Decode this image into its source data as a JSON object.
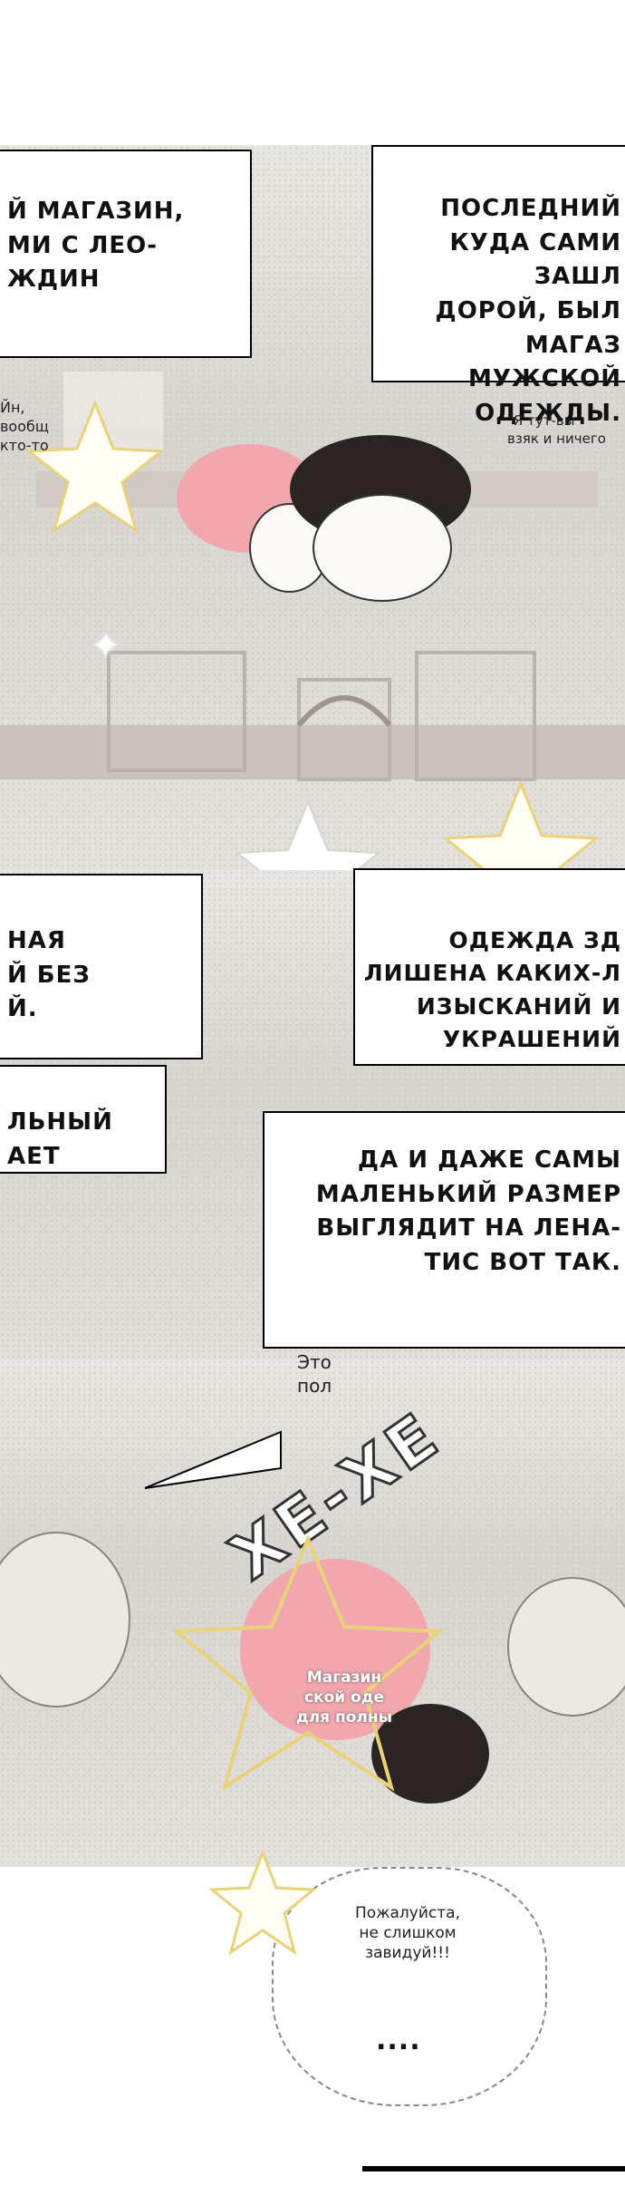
{
  "panel1": {
    "box_left_text": "Й МАГАЗИН,\nМИ С ЛЕО-\nЖДИН",
    "box_right_text": "ПОСЛЕДНИЙ\nКУДА САМИ ЗАШЛ\nДОРОЙ, БЫЛ МАГАЗ\nМУЖСКОЙ ОДЕЖДЫ.",
    "side_left_text": "Йн,\nвообщ\nкто-то",
    "side_right_text": "\"Я тут-вы\nвзяк и ничего"
  },
  "panel2": {
    "box_left_text": "НАЯ\nЙ БЕЗ\nЙ.",
    "box_right_text": "ОДЕЖДА ЗД\nЛИШЕНА КАКИХ-Л\nИЗЫСКАНИЙ И УКРАШЕНИЙ",
    "box_left2_text": "ЛЬНЫЙ\nАЕТ",
    "box_right2_text": "ДА И ДАЖЕ САМЫ\nМАЛЕНЬКИЙ РАЗМЕР\nВЫГЛЯДИТ НА ЛЕНА-\nТИС ВОТ ТАК."
  },
  "panel3": {
    "side_text": "Это\nпол",
    "caption_text": "Магазин\nской оде\nдля полны",
    "sfx_text": "ХЕ-ХЕ"
  },
  "panel4": {
    "bubble_text": "Пожалуйста,\nне слишком\nзавидуй!!!",
    "ellipsis_text": "...."
  },
  "colors": {
    "pink_hair": "#f2a6ad",
    "dark_hair": "#2a2522",
    "gold_star": "#e9d27a"
  }
}
